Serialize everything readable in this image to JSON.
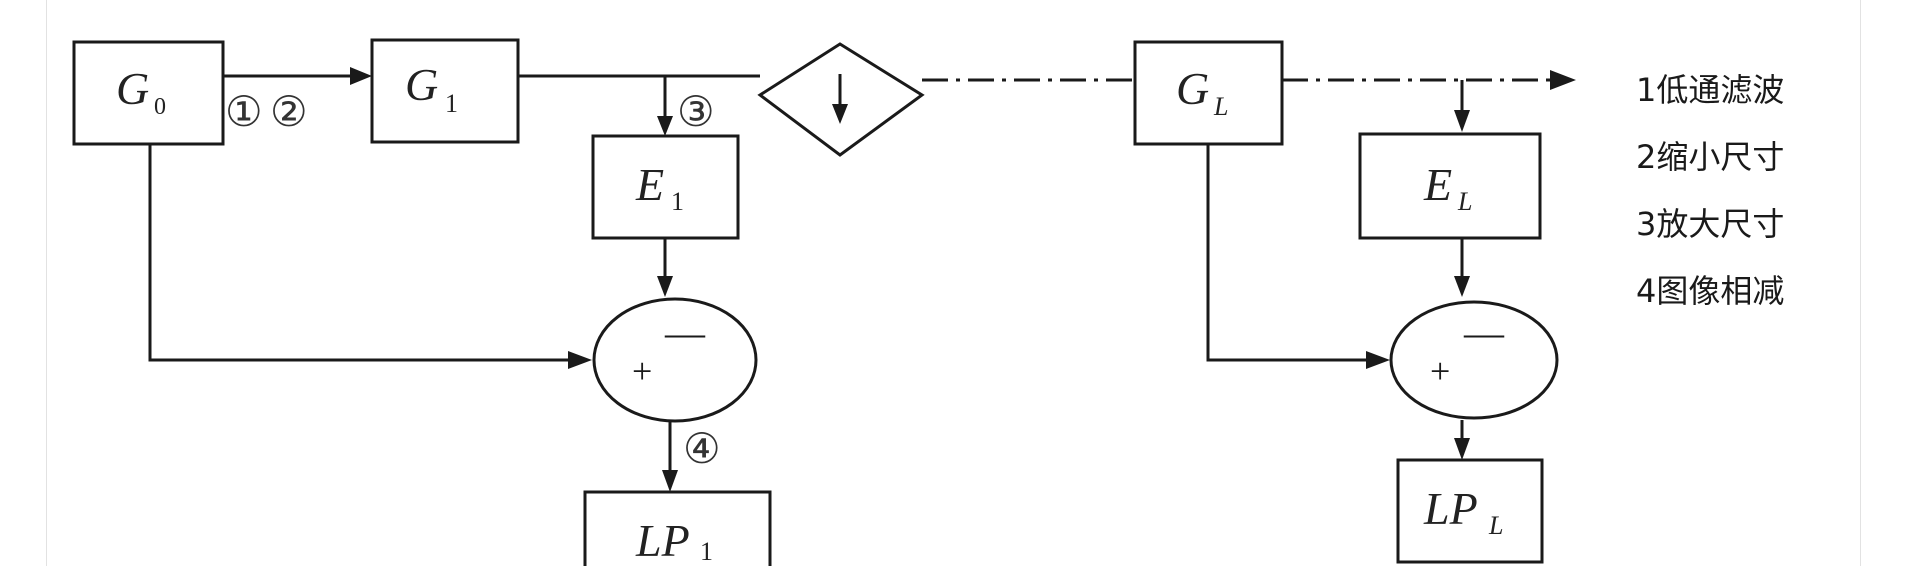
{
  "nodes": {
    "g0": {
      "main": "G",
      "sub": "0"
    },
    "g1": {
      "main": "G",
      "sub": "1"
    },
    "gl": {
      "main": "G",
      "sub": "L"
    },
    "e1": {
      "main": "E",
      "sub": "1"
    },
    "el": {
      "main": "E",
      "sub": "L"
    },
    "lp1": {
      "main": "LP",
      "sub": "1"
    },
    "lpl": {
      "main": "LP",
      "sub": "L"
    }
  },
  "subtract_nodes": {
    "plus": "+",
    "minus": "—"
  },
  "step_markers": {
    "m1": "①",
    "m2": "②",
    "m3": "③",
    "m4": "④"
  },
  "legend": {
    "items": [
      "1低通滤波",
      "2缩小尺寸",
      "3放大尺寸",
      "4图像相减"
    ]
  }
}
